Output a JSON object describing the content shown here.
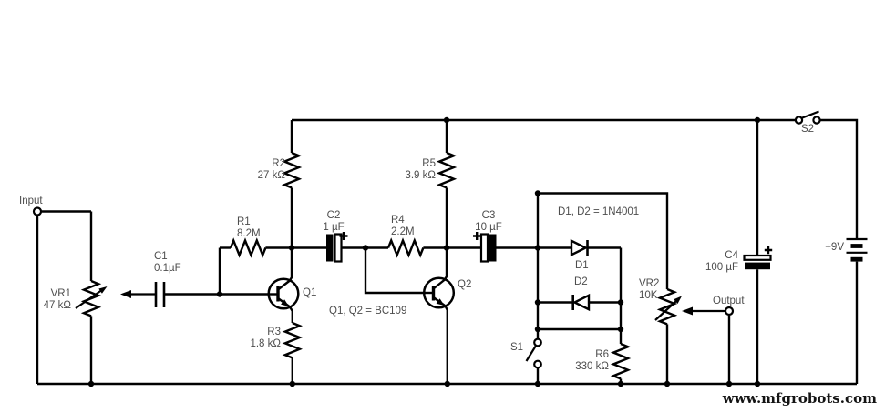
{
  "page": {
    "background": "#ffffff",
    "line_color": "#000000",
    "label_color": "#4d4d4d"
  },
  "terminals": {
    "input": "Input",
    "output": "Output"
  },
  "components": {
    "vr1": {
      "name": "VR1",
      "value": "47 kΩ"
    },
    "c1": {
      "name": "C1",
      "value": "0.1µF"
    },
    "r1": {
      "name": "R1",
      "value": "8.2M"
    },
    "r2": {
      "name": "R2",
      "value": "27 kΩ"
    },
    "r3": {
      "name": "R3",
      "value": "1.8 kΩ"
    },
    "r4": {
      "name": "R4",
      "value": "2.2M"
    },
    "r5": {
      "name": "R5",
      "value": "3.9 kΩ"
    },
    "r6": {
      "name": "R6",
      "value": "330 kΩ"
    },
    "c2": {
      "name": "C2",
      "value": "1 µF"
    },
    "c3": {
      "name": "C3",
      "value": "10 µF"
    },
    "c4": {
      "name": "C4",
      "value": "100 µF"
    },
    "q1": {
      "name": "Q1"
    },
    "q2": {
      "name": "Q2"
    },
    "d1": {
      "name": "D1"
    },
    "d2": {
      "name": "D2"
    },
    "vr2": {
      "name": "VR2",
      "value": "10K"
    },
    "s1": {
      "name": "S1"
    },
    "s2": {
      "name": "S2"
    },
    "battery": {
      "label": "+9V"
    }
  },
  "notes": {
    "transistors": "Q1, Q2 = BC109",
    "diodes": "D1, D2 = 1N4001"
  },
  "watermark": "www.mfgrobots.com"
}
